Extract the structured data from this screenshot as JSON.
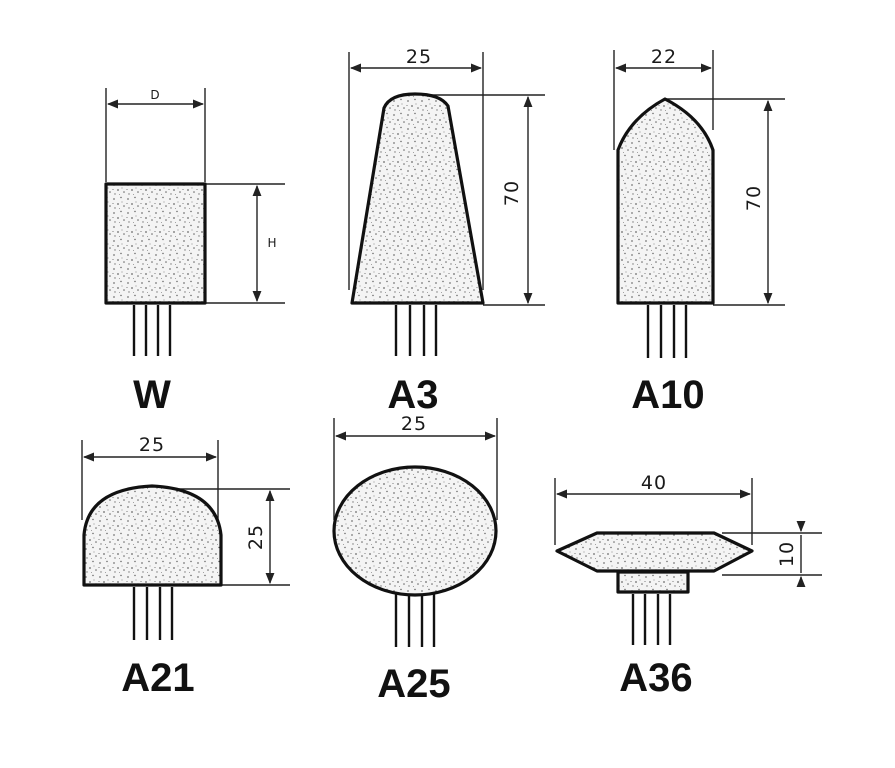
{
  "figure": {
    "background_color": "#ffffff",
    "ink_color": "#111111",
    "grain_color": "#7a7a7a",
    "shapes": [
      {
        "code": "W",
        "kind": "cylinder",
        "dimensions": {
          "width": "D",
          "height": "H"
        }
      },
      {
        "code": "A3",
        "kind": "cone",
        "dimensions": {
          "width": "25",
          "height": "70"
        }
      },
      {
        "code": "A10",
        "kind": "bullet",
        "dimensions": {
          "width": "22",
          "height": "70"
        }
      },
      {
        "code": "A21",
        "kind": "dome",
        "dimensions": {
          "width": "25",
          "height": "25"
        }
      },
      {
        "code": "A25",
        "kind": "ball",
        "dimensions": {
          "width": "25"
        }
      },
      {
        "code": "A36",
        "kind": "disc",
        "dimensions": {
          "width": "40",
          "height": "10"
        }
      }
    ]
  }
}
